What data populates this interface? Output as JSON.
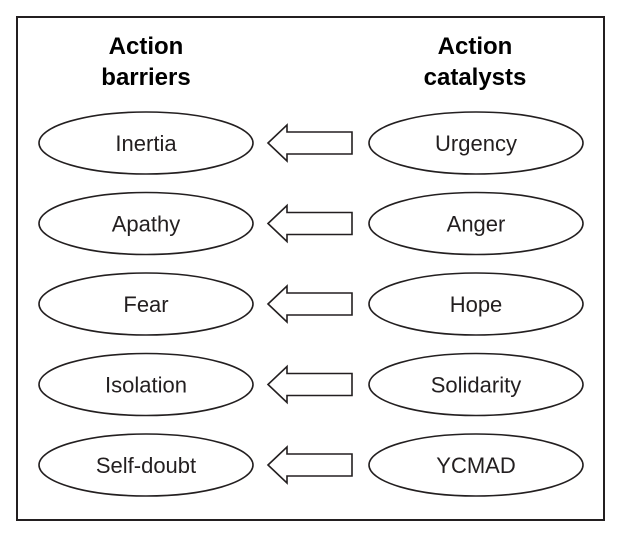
{
  "headers": {
    "barriers": [
      "Action",
      "barriers"
    ],
    "catalysts": [
      "Action",
      "catalysts"
    ]
  },
  "pairs": [
    {
      "barrier": "Inertia",
      "catalyst": "Urgency"
    },
    {
      "barrier": "Apathy",
      "catalyst": "Anger"
    },
    {
      "barrier": "Fear",
      "catalyst": "Hope"
    },
    {
      "barrier": "Isolation",
      "catalyst": "Solidarity"
    },
    {
      "barrier": "Self-doubt",
      "catalyst": "YCMAD"
    }
  ],
  "colors": {
    "stroke": "#231f20",
    "fill": "#ffffff"
  }
}
